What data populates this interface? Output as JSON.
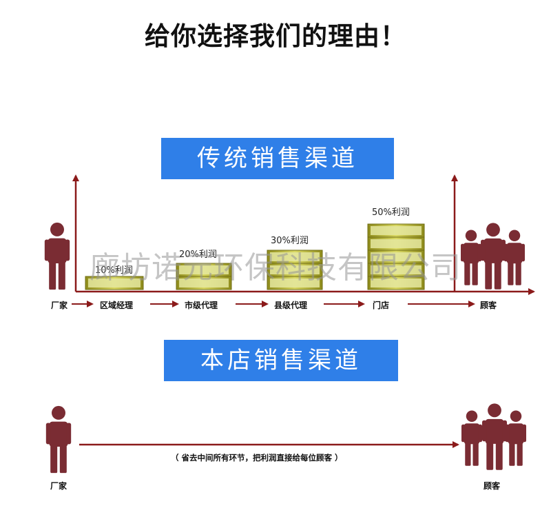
{
  "title": "给你选择我们的理由！",
  "traditional": {
    "banner": "传统销售渠道",
    "nodes": [
      "厂家",
      "区域经理",
      "市级代理",
      "县级代理",
      "门店",
      "顾客"
    ],
    "profits": [
      {
        "label": "10%利润",
        "level": 1
      },
      {
        "label": "20%利润",
        "level": 2
      },
      {
        "label": "30%利润",
        "level": 3
      },
      {
        "label": "50%利润",
        "level": 5
      }
    ]
  },
  "direct": {
    "banner": "本店销售渠道",
    "nodes": [
      "厂家",
      "顾客"
    ],
    "note": "（ 省去中间所有环节，把利润直接给每位顾客 ）"
  },
  "watermark": "廊坊诺元环保科技有限公司",
  "colors": {
    "banner": "#2f7fe8",
    "arrow": "#8b1a1a",
    "person": "#7a2c33",
    "coin_top": "#e5e7a0",
    "coin_body": "#b4b236"
  }
}
